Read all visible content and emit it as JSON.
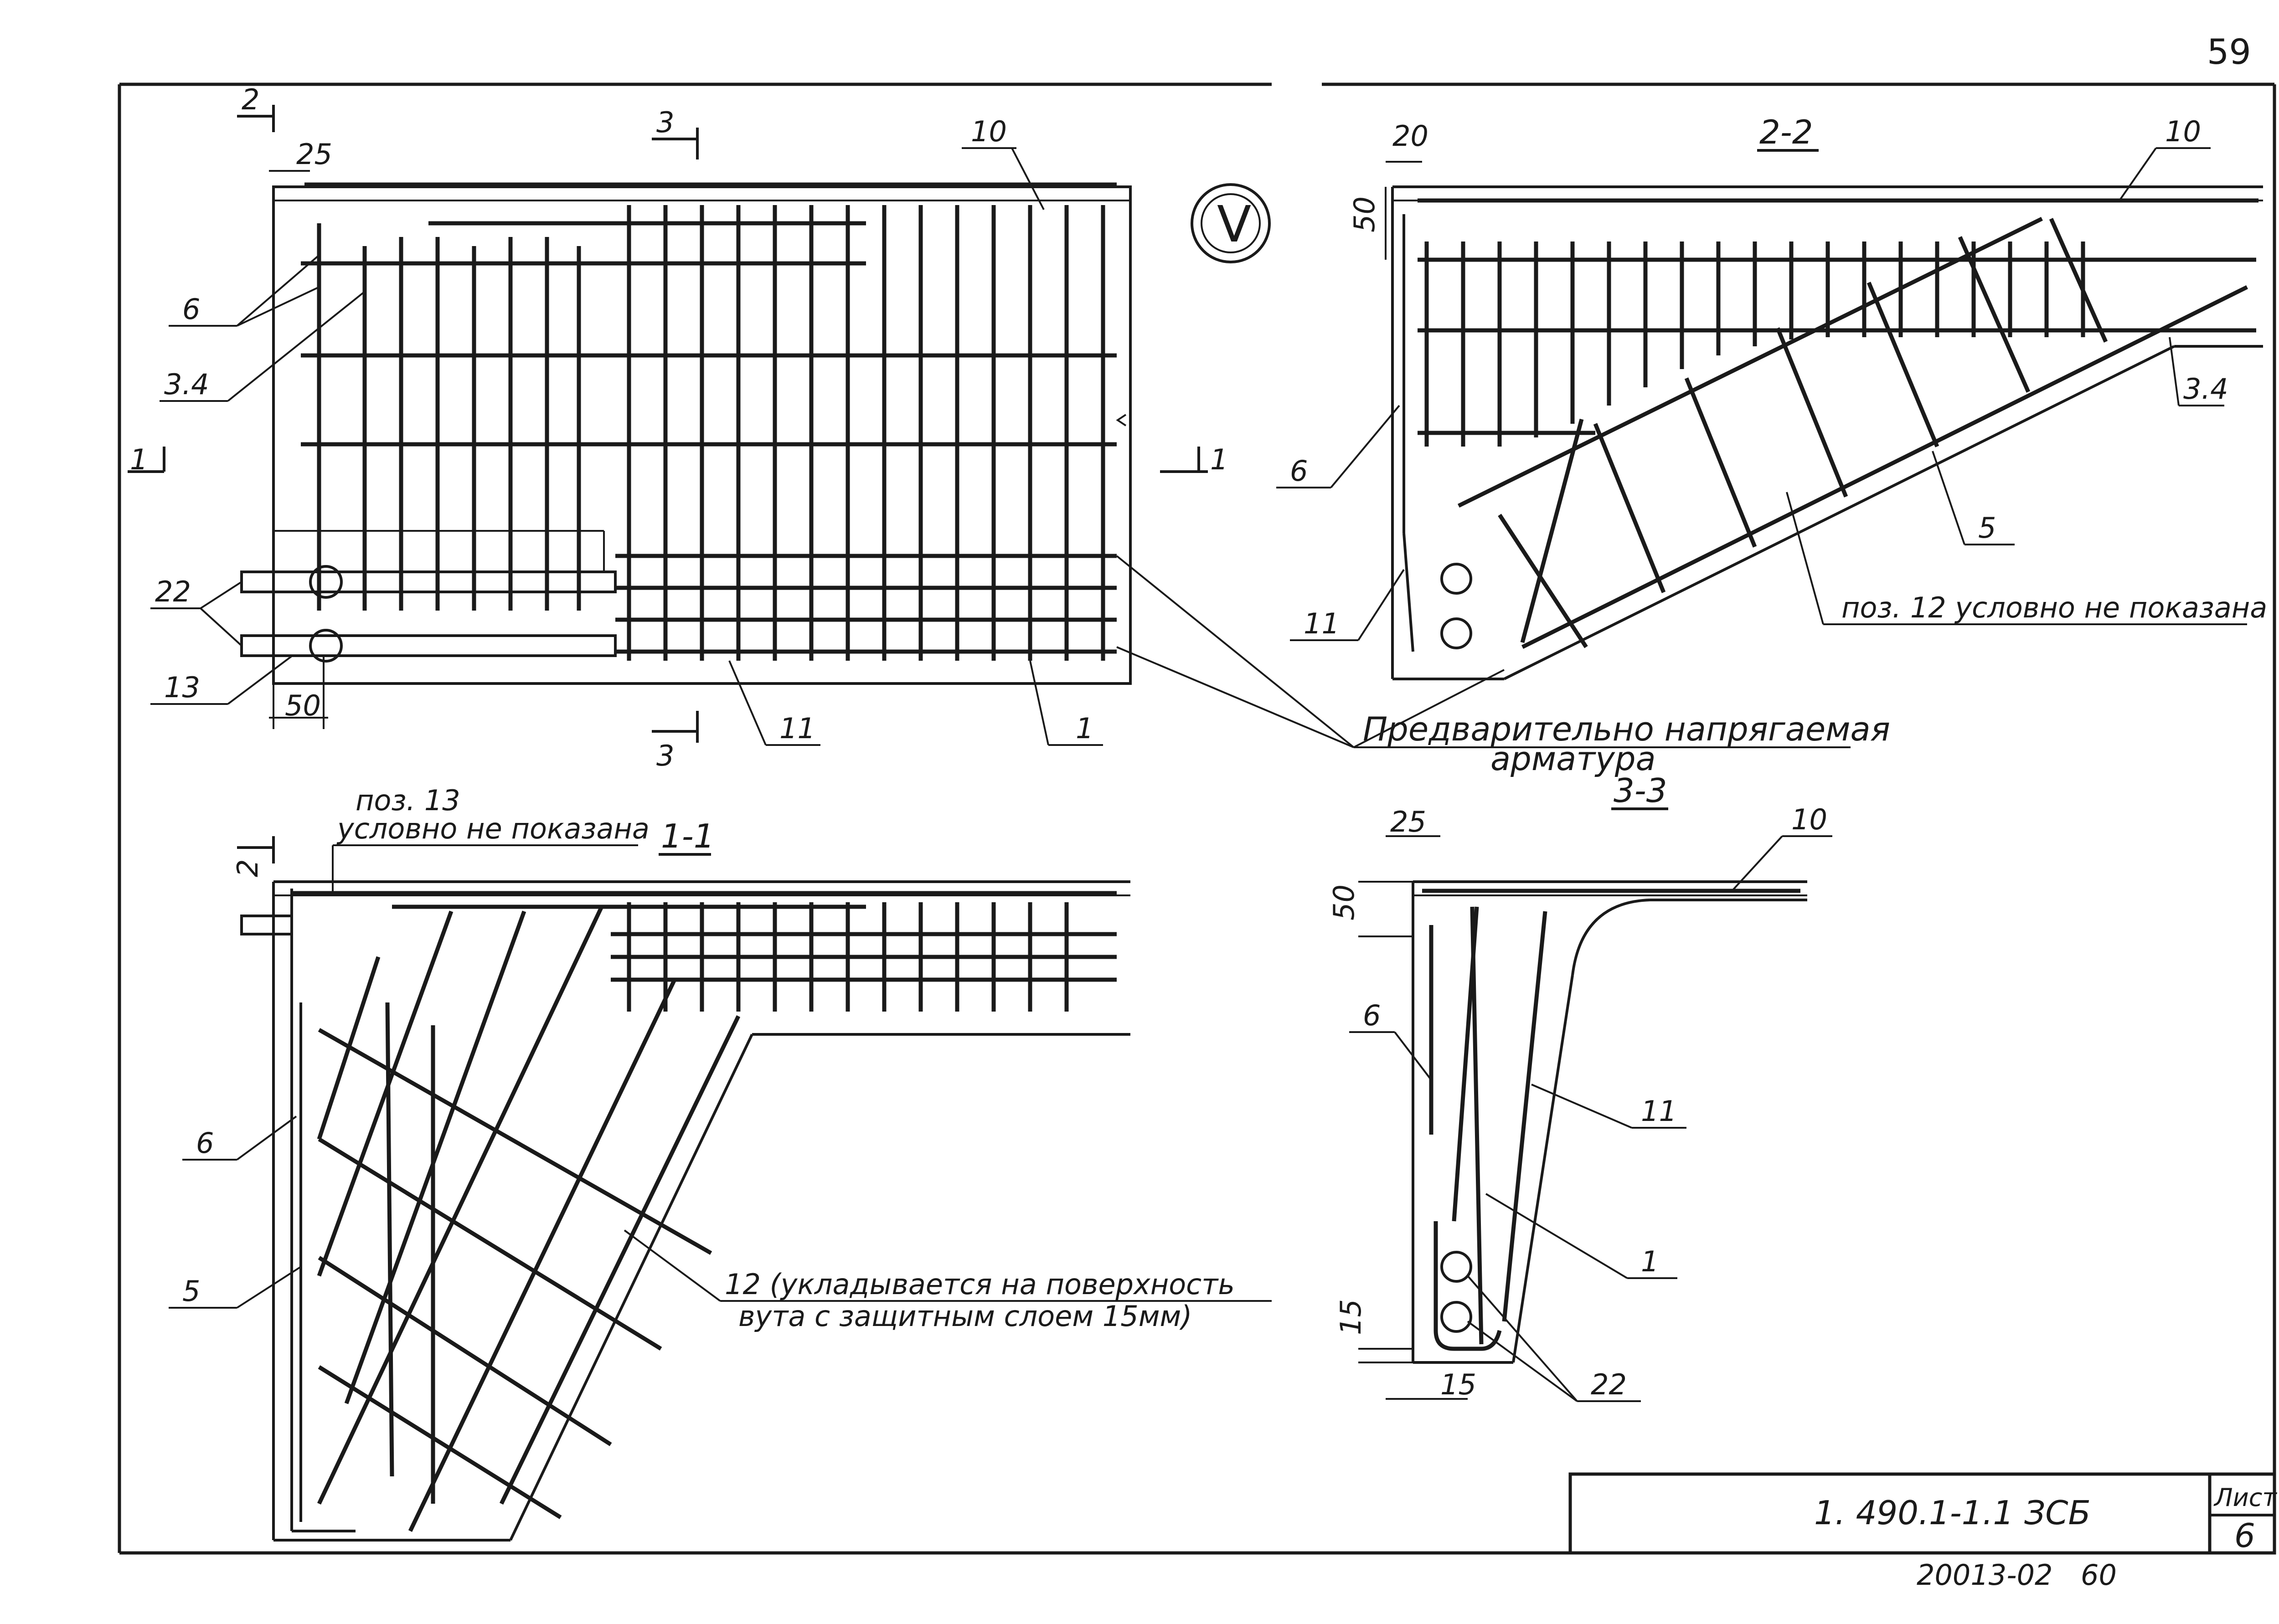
{
  "sheet": {
    "page_number": "59",
    "grade_mark": "V",
    "designation": "1. 490.1-1.1 ЗСБ",
    "sheet_label": "Лист",
    "sheet_number": "6",
    "archive_code": "20013-02",
    "archive_suffix": "60"
  },
  "plan_view": {
    "section_marks": [
      "2",
      "3",
      "3",
      "1",
      "1"
    ],
    "dims": [
      "25",
      "50"
    ],
    "callouts": [
      "10",
      "6",
      "3.4",
      "22",
      "13",
      "11",
      "1"
    ]
  },
  "section_2_2": {
    "title": "2-2",
    "dims": [
      "20",
      "50"
    ],
    "callouts": [
      "10",
      "3.4",
      "6",
      "5",
      "11"
    ],
    "note": "поз. 12 условно не показана"
  },
  "prestressed_note": {
    "line1": "Предварительно напрягаемая",
    "line2": "арматура"
  },
  "section_1_1": {
    "title": "1-1",
    "mark": "2",
    "note_line1": "поз. 13",
    "note_line2": "условно не показана",
    "callouts": [
      "6",
      "5"
    ],
    "pos12_line1": "12 (укладывается на поверхность",
    "pos12_line2": "вута с защитным слоем 15мм)"
  },
  "section_3_3": {
    "title": "3-3",
    "dims": [
      "25",
      "50",
      "15",
      "15"
    ],
    "callouts": [
      "10",
      "6",
      "11",
      "1",
      "22"
    ]
  }
}
